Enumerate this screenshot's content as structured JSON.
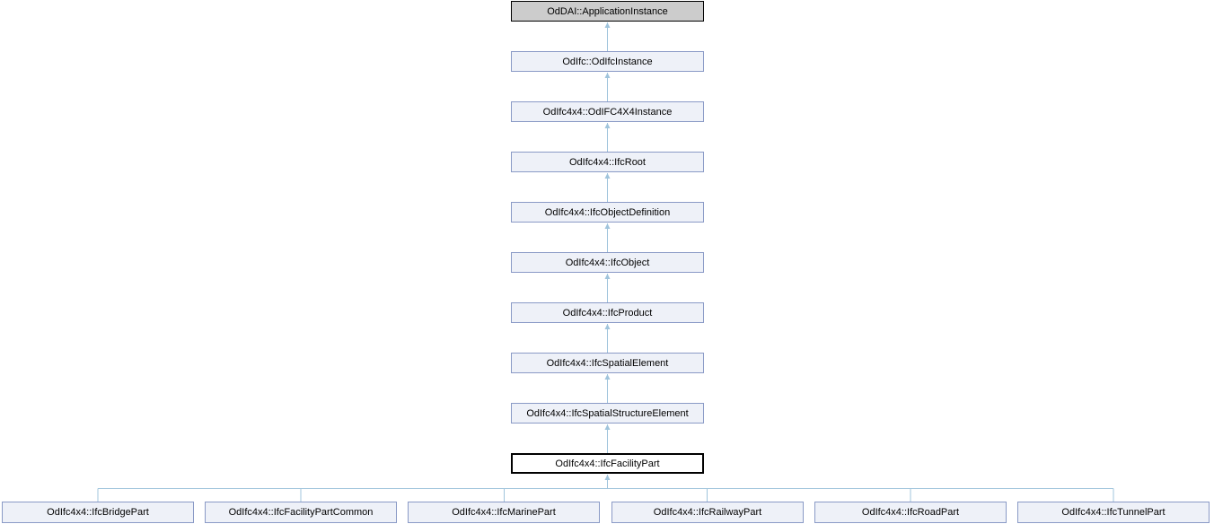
{
  "page": {
    "background": "#FFFFFF"
  },
  "diagram": {
    "type": "class-inheritance-graph",
    "current_class": "OdIfc4x4::IfcFacilityPart",
    "colors": {
      "edge": "#A0C4DC",
      "node_border": "#8A9AC6",
      "node_fill": "#EEF1F8",
      "external_fill": "#CCCCCC",
      "current_fill": "#FFFFFF",
      "current_border": "#000000",
      "text": "#000000"
    },
    "chain": [
      {
        "label": "OdDAI::ApplicationInstance",
        "style": "external"
      },
      {
        "label": "OdIfc::OdIfcInstance",
        "style": "linked"
      },
      {
        "label": "OdIfc4x4::OdIFC4X4Instance",
        "style": "linked"
      },
      {
        "label": "OdIfc4x4::IfcRoot",
        "style": "linked"
      },
      {
        "label": "OdIfc4x4::IfcObjectDefinition",
        "style": "linked"
      },
      {
        "label": "OdIfc4x4::IfcObject",
        "style": "linked"
      },
      {
        "label": "OdIfc4x4::IfcProduct",
        "style": "linked"
      },
      {
        "label": "OdIfc4x4::IfcSpatialElement",
        "style": "linked"
      },
      {
        "label": "OdIfc4x4::IfcSpatialStructureElement",
        "style": "linked"
      },
      {
        "label": "OdIfc4x4::IfcFacilityPart",
        "style": "current"
      }
    ],
    "children": [
      {
        "label": "OdIfc4x4::IfcBridgePart"
      },
      {
        "label": "OdIfc4x4::IfcFacilityPartCommon"
      },
      {
        "label": "OdIfc4x4::IfcMarinePart"
      },
      {
        "label": "OdIfc4x4::IfcRailwayPart"
      },
      {
        "label": "OdIfc4x4::IfcRoadPart"
      },
      {
        "label": "OdIfc4x4::IfcTunnelPart"
      }
    ]
  }
}
